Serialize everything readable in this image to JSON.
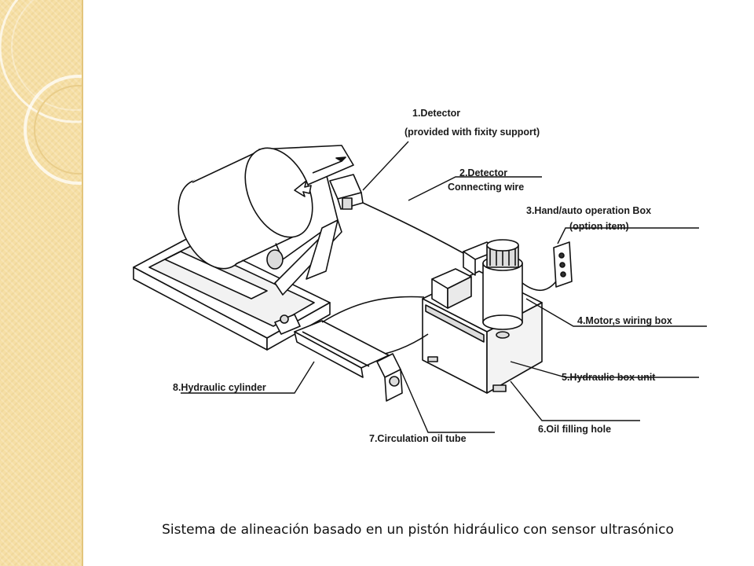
{
  "caption": "Sistema de alineación basado en un pistón hidráulico con sensor ultrasónico",
  "labels": {
    "l1a": "1.Detector",
    "l1b": "(provided with fixity support)",
    "l2a": "2.Detector",
    "l2b": "Connecting wire",
    "l3a": "3.Hand/auto operation Box",
    "l3b": "(option item)",
    "l4": "4.Motor,s wiring box",
    "l5": "5.Hydraulic box unit",
    "l6": "6.Oil filling hole",
    "l7": "7.Circulation oil tube",
    "l8": "8.Hydraulic cylinder"
  },
  "colors": {
    "panel": "#f6dfa5",
    "line": "#111111",
    "shade": "#dcdcdc"
  }
}
